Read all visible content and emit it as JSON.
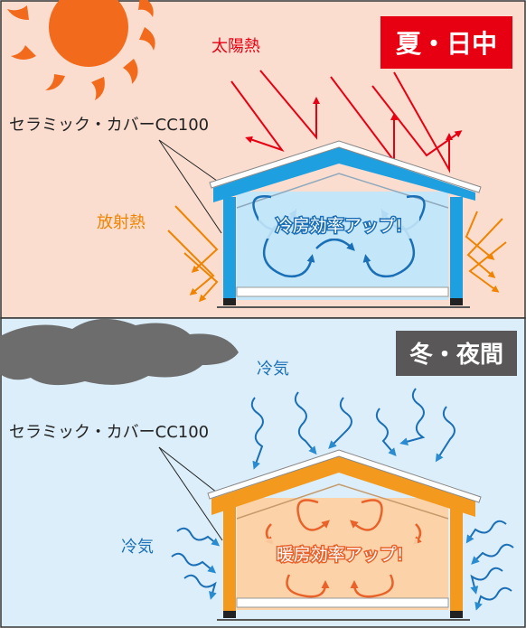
{
  "summer": {
    "badge": "夏・日中",
    "sun_heat_label": "太陽熱",
    "product_label": "セラミック・カバーCC100",
    "radiant_heat_label": "放射熱",
    "effect_label": "冷房効率アップ!"
  },
  "winter": {
    "badge": "冬・夜間",
    "cold_air_top_label": "冷気",
    "product_label": "セラミック・カバーCC100",
    "cold_air_side_label": "冷気",
    "effect_label": "暖房効率アップ!"
  },
  "colors": {
    "summer_bg": "#fbddd0",
    "winter_bg": "#dbeef9",
    "summer_badge": "#e60012",
    "winter_badge": "#595757",
    "heat_red": "#e60012",
    "heat_orange": "#f08300",
    "cool_blue": "#1a6fb6",
    "cover_blue": "#1ea0e0",
    "cover_orange": "#f39a1e",
    "interior_blue": "#c3e6f8",
    "interior_orange": "#fcd3a8"
  }
}
